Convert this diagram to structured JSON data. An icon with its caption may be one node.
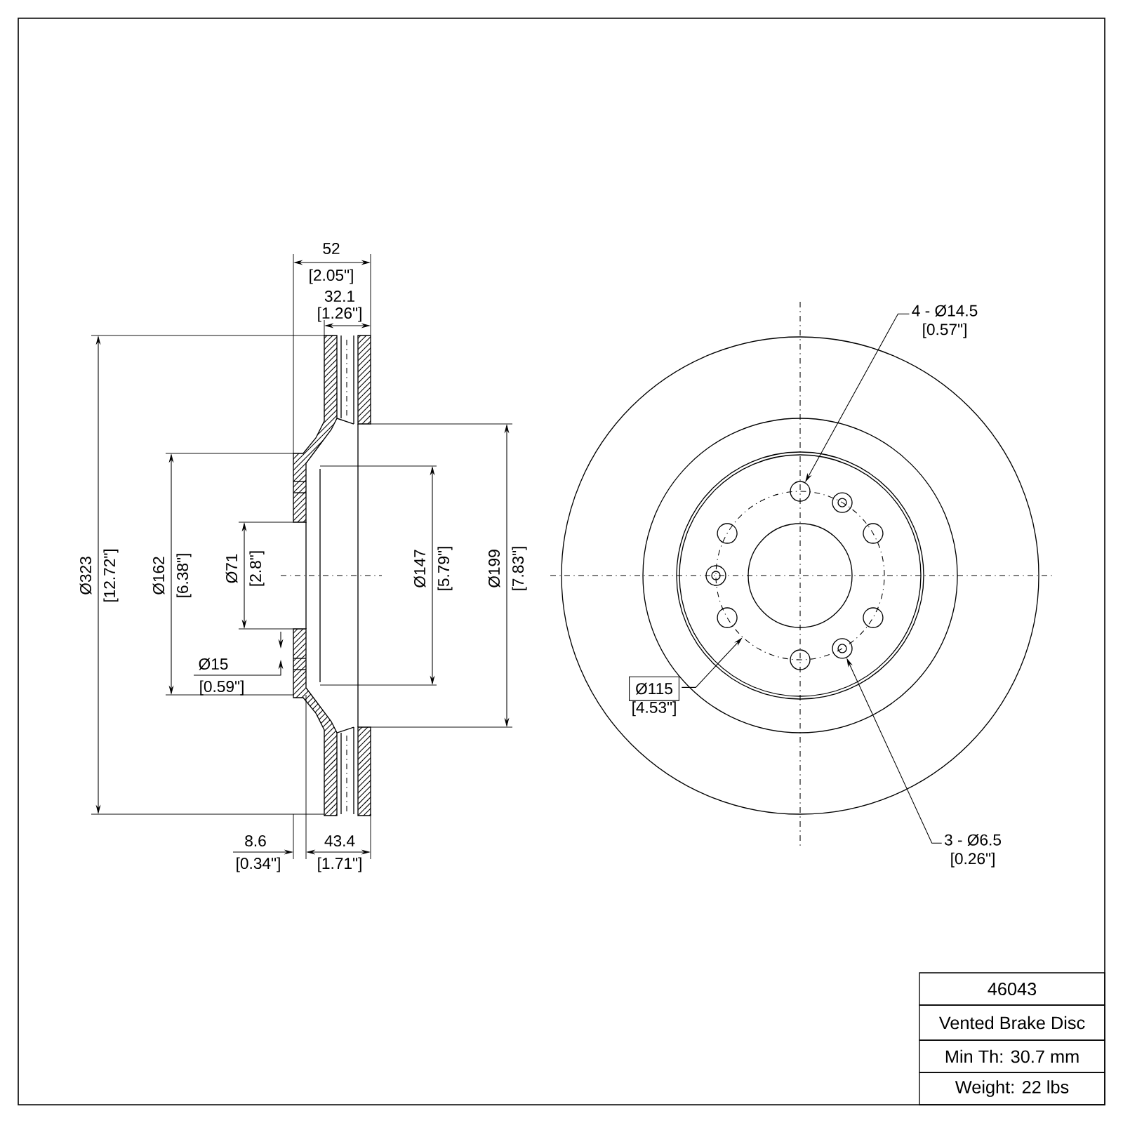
{
  "diagram": {
    "nodes": [
      {
        "text": [
          "4 - Ø14.5",
          "[0.57\"]"
        ]
      },
      {
        "text": [],
        "shape": "circle"
      },
      {
        "text": [
          "Ø115",
          "[4.53\"]"
        ]
      },
      {
        "text": [],
        "shape": "circle"
      },
      {
        "text": [
          "3 - Ø6.5",
          "[0.26\"]"
        ]
      },
      {
        "text": [],
        "shape": "circle"
      }
    ],
    "edges": [
      {
        "from": 0,
        "to": 1,
        "arrow": "to"
      },
      {
        "from": 2,
        "to": 3,
        "arrow": "to"
      },
      {
        "from": 4,
        "to": 5,
        "arrow": "to"
      }
    ],
    "labels": [
      "52",
      "[2.05\"]",
      "32.1",
      "[1.26\"]",
      "Ø323",
      "[12.72\"]",
      "Ø162",
      "[6.38\"]",
      "Ø71",
      "[2.8\"]",
      "Ø15",
      "[0.59\"]",
      "Ø147",
      "[5.79\"]",
      "Ø199",
      "[7.83\"]",
      "8.6",
      "[0.34\"]",
      "43.4",
      "[1.71\"]",
      "46043",
      "Vented Brake Disc",
      "Min Th: 30.7 mm",
      "Weight: 22 lbs"
    ]
  }
}
